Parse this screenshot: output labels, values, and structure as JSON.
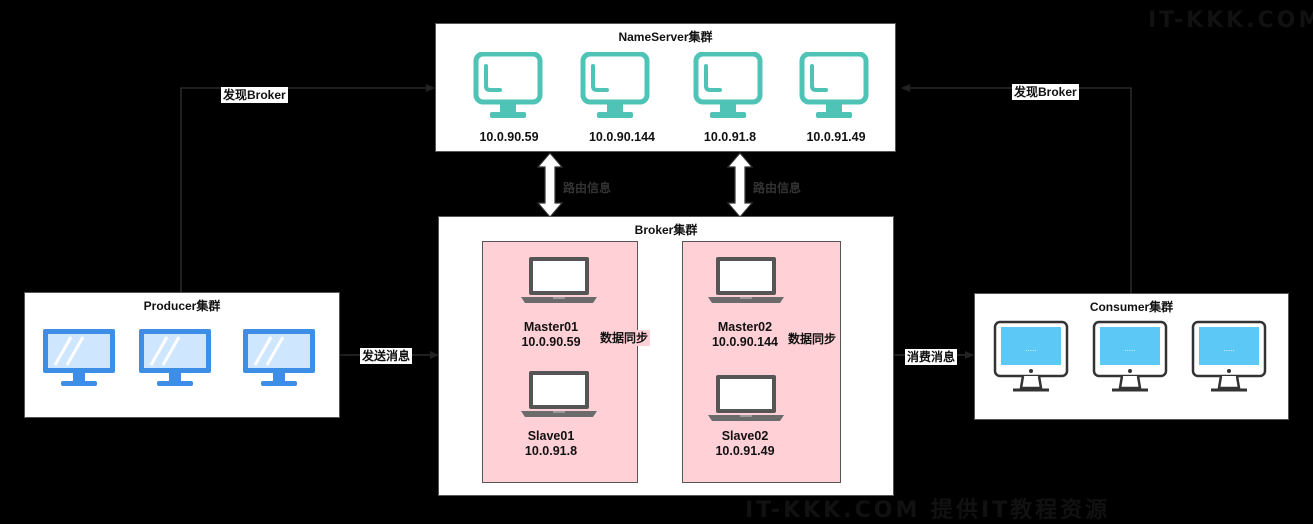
{
  "nameserver": {
    "title": "NameServer集群",
    "ips": [
      "10.0.90.59",
      "10.0.90.144",
      "10.0.91.8",
      "10.0.91.49"
    ]
  },
  "broker": {
    "title": "Broker集群",
    "groups": [
      {
        "master": "Master01",
        "master_ip": "10.0.90.59",
        "slave": "Slave01",
        "slave_ip": "10.0.91.8",
        "sync": "数据同步"
      },
      {
        "master": "Master02",
        "master_ip": "10.0.90.144",
        "slave": "Slave02",
        "slave_ip": "10.0.91.49",
        "sync": "数据同步"
      }
    ]
  },
  "producer": {
    "title": "Producer集群"
  },
  "consumer": {
    "title": "Consumer集群"
  },
  "edges": {
    "discover_left": "发现Broker",
    "discover_right": "发现Broker",
    "route_info_1": "路由信息",
    "route_info_2": "路由信息",
    "send_msg": "发送消息",
    "consume_msg": "消费消息"
  },
  "icons": {
    "nameserver_monitor": "monitor-teal-icon",
    "broker_node": "laptop-icon",
    "producer_monitor": "monitor-blue-icon",
    "consumer_monitor": "imac-icon"
  },
  "colors": {
    "teal": "#4fc3b5",
    "pink": "#ffd0d6",
    "blue": "#3d8ee6",
    "consumer_screen": "#5bc8f5"
  },
  "watermark": {
    "top_right": "IT-KKK.COM",
    "bottom": "IT-KKK.COM 提供IT教程资源"
  }
}
